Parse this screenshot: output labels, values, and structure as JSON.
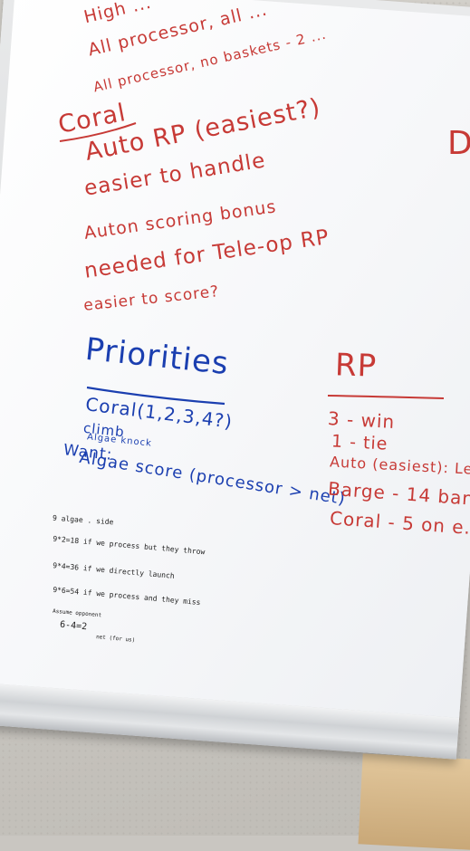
{
  "top_notes": [
    "High ...",
    "All processor, all ...",
    "All processor, no baskets - 2 ..."
  ],
  "coral_section": {
    "heading": "Coral",
    "lines": [
      "Auto RP (easiest?)",
      "easier to handle",
      "Auton scoring bonus",
      "needed for Tele-op RP",
      "easier to score?"
    ]
  },
  "priorities_section": {
    "heading": "Priorities",
    "lines": [
      "Coral(1,2,3,4?)",
      "climb",
      "Algae knock",
      "Want:",
      "Algae score (processor > net)"
    ]
  },
  "rp_section": {
    "heading": "RP",
    "lines": [
      "3 - win",
      "1 - tie",
      "Auto (easiest): Le...",
      "Barge - 14 ban...",
      "Coral - 5 on e..."
    ]
  },
  "pencil_notes": [
    "9 algae . side",
    "9*2=18 if we process but they throw",
    "9*4=36 if we directly launch",
    "9*6=54 if we process and they miss",
    "Assume opponent",
    "6-4=2",
    "net (for us)"
  ],
  "right_edge_mark": "D"
}
